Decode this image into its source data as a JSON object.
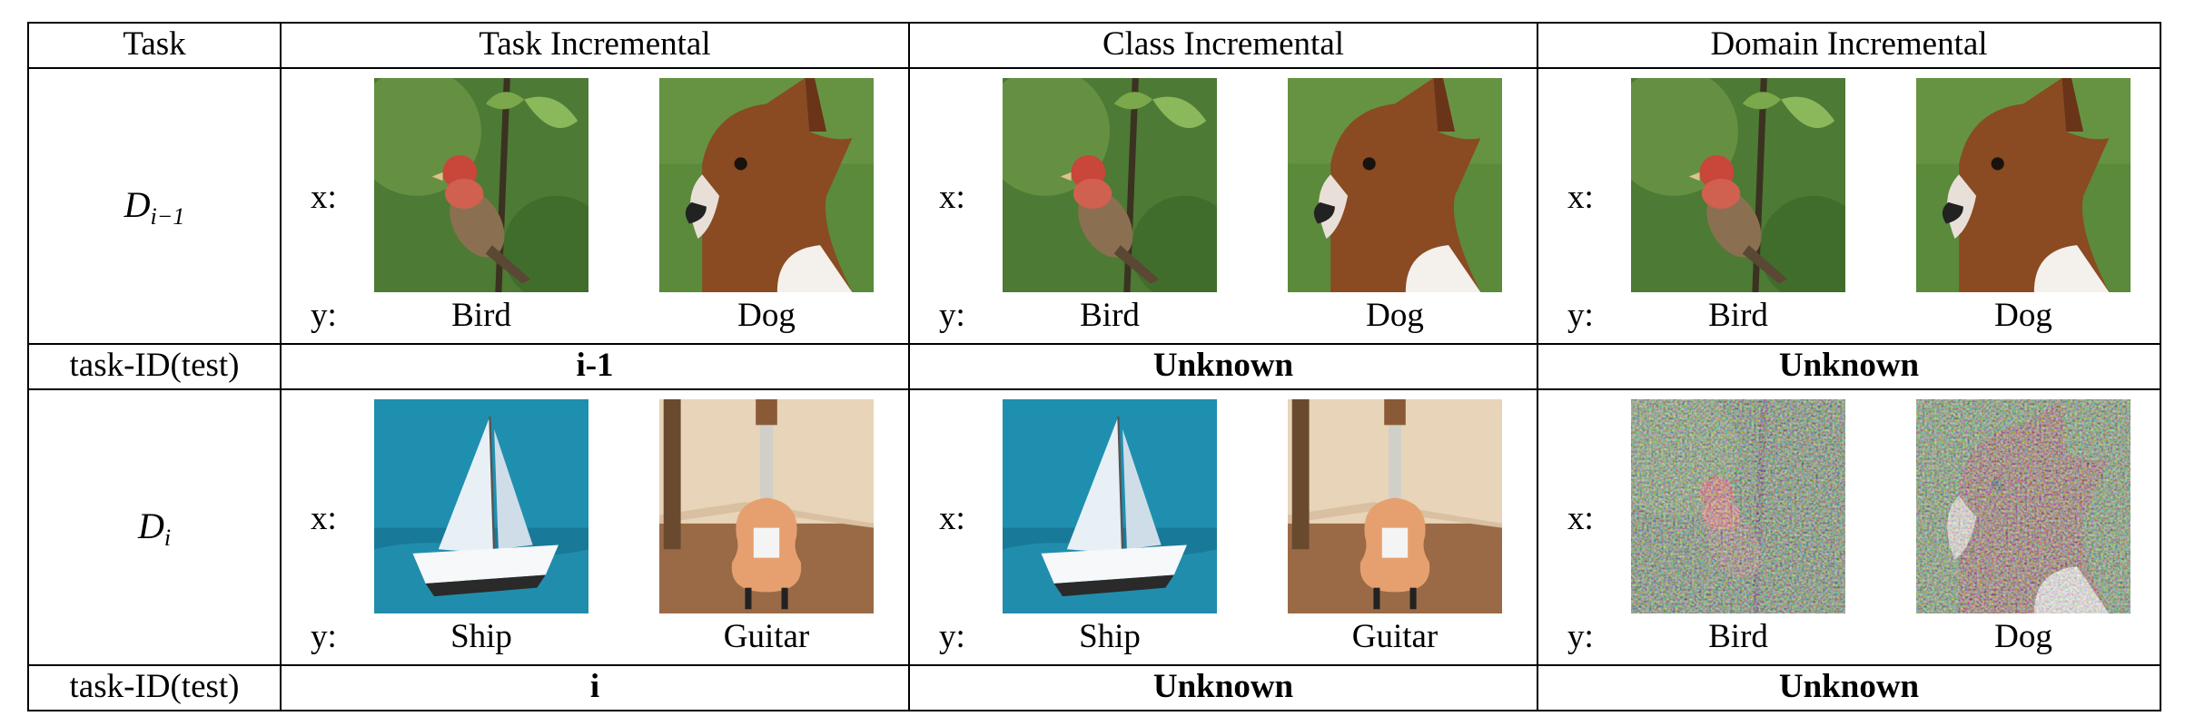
{
  "header": {
    "col_task": "Task",
    "col_task_incremental": "Task Incremental",
    "col_class_incremental": "Class Incremental",
    "col_domain_incremental": "Domain Incremental"
  },
  "rows": {
    "d_prev_base": "D",
    "d_prev_sub": "i−1",
    "d_curr_base": "D",
    "d_curr_sub": "i",
    "taskid_label": "task-ID(test)"
  },
  "axis_labels": {
    "x": "x:",
    "y": "y:"
  },
  "taskid_values": {
    "row1": {
      "task": "i-1",
      "class": "Unknown",
      "domain": "Unknown"
    },
    "row2": {
      "task": "i",
      "class": "Unknown",
      "domain": "Unknown"
    }
  },
  "captions": {
    "r1": {
      "task": [
        "Bird",
        "Dog"
      ],
      "class": [
        "Bird",
        "Dog"
      ],
      "domain": [
        "Bird",
        "Dog"
      ]
    },
    "r2": {
      "task": [
        "Ship",
        "Guitar"
      ],
      "class": [
        "Ship",
        "Guitar"
      ],
      "domain": [
        "Bird",
        "Dog"
      ]
    }
  },
  "images": {
    "bird": "bird-image",
    "dog": "dog-image",
    "ship": "ship-image",
    "guitar": "guitar-image",
    "bird_noisy": "noisy-bird-image",
    "dog_noisy": "noisy-dog-image"
  }
}
